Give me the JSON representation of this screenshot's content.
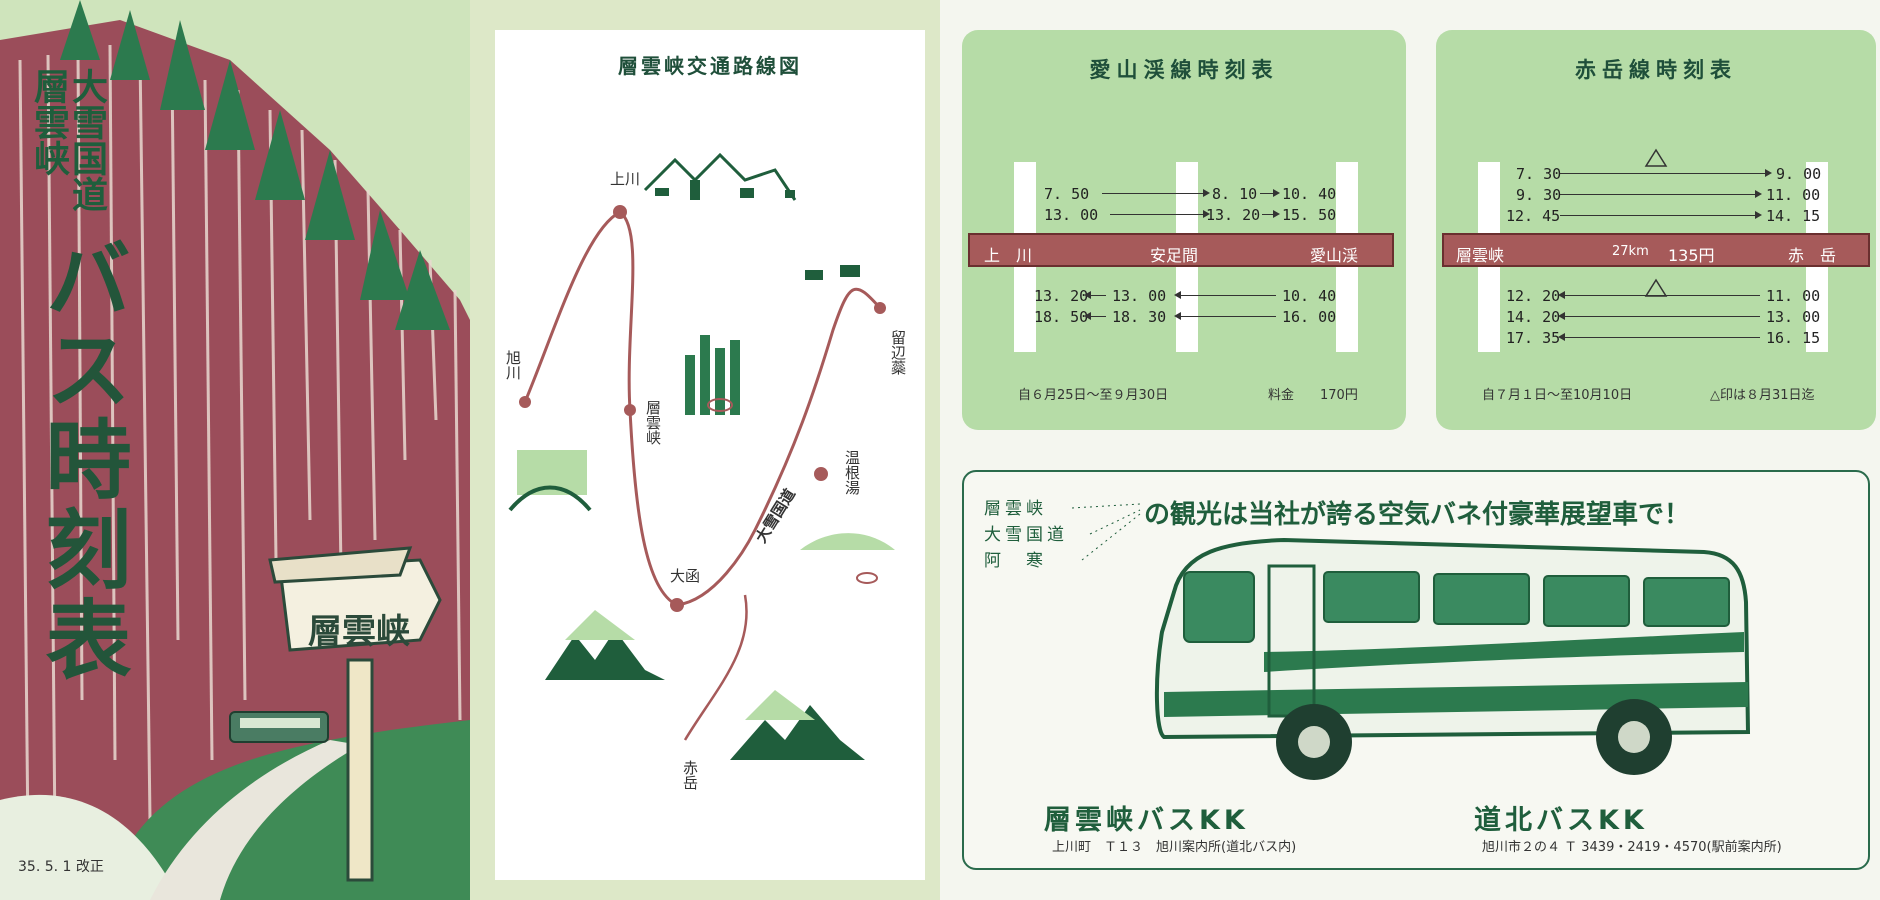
{
  "cover": {
    "subtitle_1": "大雪国道",
    "subtitle_2": "層雲峡",
    "main_title": "バス時刻表",
    "sign_text": "層雲峡",
    "date": "35. 5. 1 改正"
  },
  "map": {
    "title": "層雲峡交通路線図",
    "labels": {
      "kamikawa": "上川",
      "asahikawa": "旭川",
      "sounkyo": "層雲峡",
      "otaki": "大函",
      "akadake": "赤岳",
      "rubeshibe": "留辺蘂",
      "onneyu": "温根湯",
      "road": "大雪国道"
    }
  },
  "timetable_aizankei": {
    "title": "愛山渓線時刻表",
    "outbound": [
      {
        "dep": "7. 50",
        "mid": "8. 10",
        "arr": "10. 40"
      },
      {
        "dep": "13. 00",
        "mid": "13. 20",
        "arr": "15. 50"
      }
    ],
    "route": {
      "from": "上　川",
      "mid": "安足間",
      "to": "愛山渓"
    },
    "inbound": [
      {
        "dep": "13. 20",
        "mid": "13. 00",
        "arr": "10. 40"
      },
      {
        "dep": "18. 50",
        "mid": "18. 30",
        "arr": "16. 00"
      }
    ],
    "period": "自６月25日～至９月30日",
    "fare": "料金　　170円"
  },
  "timetable_akadake": {
    "title": "赤岳線時刻表",
    "outbound": [
      {
        "dep": "7. 30",
        "arr": "9. 00"
      },
      {
        "dep": "9. 30",
        "arr": "11. 00"
      },
      {
        "dep": "12. 45",
        "arr": "14. 15"
      }
    ],
    "route": {
      "from": "層雲峡",
      "distance": "27km",
      "fare": "135円",
      "to": "赤　岳"
    },
    "inbound": [
      {
        "dep": "12. 20",
        "arr": "11. 00"
      },
      {
        "dep": "14. 20",
        "arr": "13. 00"
      },
      {
        "dep": "17. 35",
        "arr": "16. 15"
      }
    ],
    "period": "自７月１日～至10月10日",
    "note": "△印は８月31日迄"
  },
  "ad": {
    "places": [
      "層雲峡",
      "大雪国道",
      "阿　寒"
    ],
    "slogan": "の観光は当社が誇る空気バネ付豪華展望車で！",
    "company1": "層雲峡バスKK",
    "company1_addr": "上川町　Ｔ１３　旭川案内所(道北バス内)",
    "company2": "道北バスKK",
    "company2_addr": "旭川市２の４ Ｔ 3439・2419・4570(駅前案内所)"
  },
  "colors": {
    "green_dark": "#1f5e3c",
    "green_light": "#b6dca7",
    "maroon": "#a65a5a",
    "cliff": "#9b4d5a"
  }
}
